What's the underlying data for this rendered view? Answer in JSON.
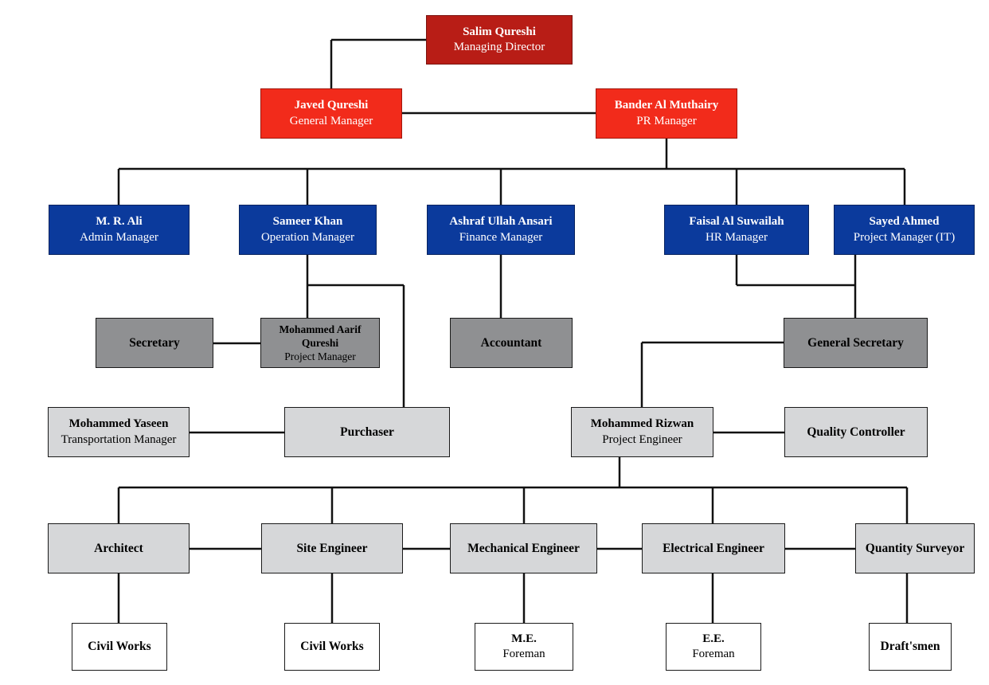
{
  "chart": {
    "top": {
      "name": "Salim Qureshi",
      "title": "Managing Director"
    },
    "managers": [
      {
        "name": "Javed Qureshi",
        "title": "General Manager"
      },
      {
        "name": "Bander Al Muthairy",
        "title": "PR Manager"
      }
    ],
    "departments": [
      {
        "name": "M. R. Ali",
        "title": "Admin Manager"
      },
      {
        "name": "Sameer Khan",
        "title": "Operation Manager"
      },
      {
        "name": "Ashraf Ullah Ansari",
        "title": "Finance Manager"
      },
      {
        "name": "Faisal Al Suwailah",
        "title": "HR Manager"
      },
      {
        "name": "Sayed Ahmed",
        "title": "Project Manager (IT)"
      }
    ],
    "secretary": {
      "name": "Secretary"
    },
    "project_manager": {
      "name": "Mohammed Aarif Qureshi",
      "title": "Project Manager"
    },
    "accountant": {
      "name": "Accountant"
    },
    "general_secretary": {
      "name": "General Secretary"
    },
    "transport": {
      "name": "Mohammed Yaseen",
      "title": "Transportation Manager"
    },
    "purchaser": {
      "name": "Purchaser"
    },
    "project_engineer": {
      "name": "Mohammed Rizwan",
      "title": "Project Engineer"
    },
    "quality": {
      "name": "Quality Controller"
    },
    "engineers": [
      {
        "name": "Architect"
      },
      {
        "name": "Site Engineer"
      },
      {
        "name": "Mechanical Engineer"
      },
      {
        "name": "Electrical Engineer"
      },
      {
        "name": "Quantity Surveyor"
      }
    ],
    "staff": [
      {
        "name": "Civil Works"
      },
      {
        "name": "Civil Works"
      },
      {
        "name": "M.E.",
        "title": "Foreman"
      },
      {
        "name": "E.E.",
        "title": "Foreman"
      },
      {
        "name": "Draft'smen"
      }
    ]
  },
  "colors": {
    "top": "#b81d16",
    "managers": "#f22b1b",
    "departments": "#0b3a9c",
    "support_dark": "#8f9092",
    "support_light": "#d6d7d9",
    "staff": "#ffffff",
    "connector": "#111111"
  }
}
